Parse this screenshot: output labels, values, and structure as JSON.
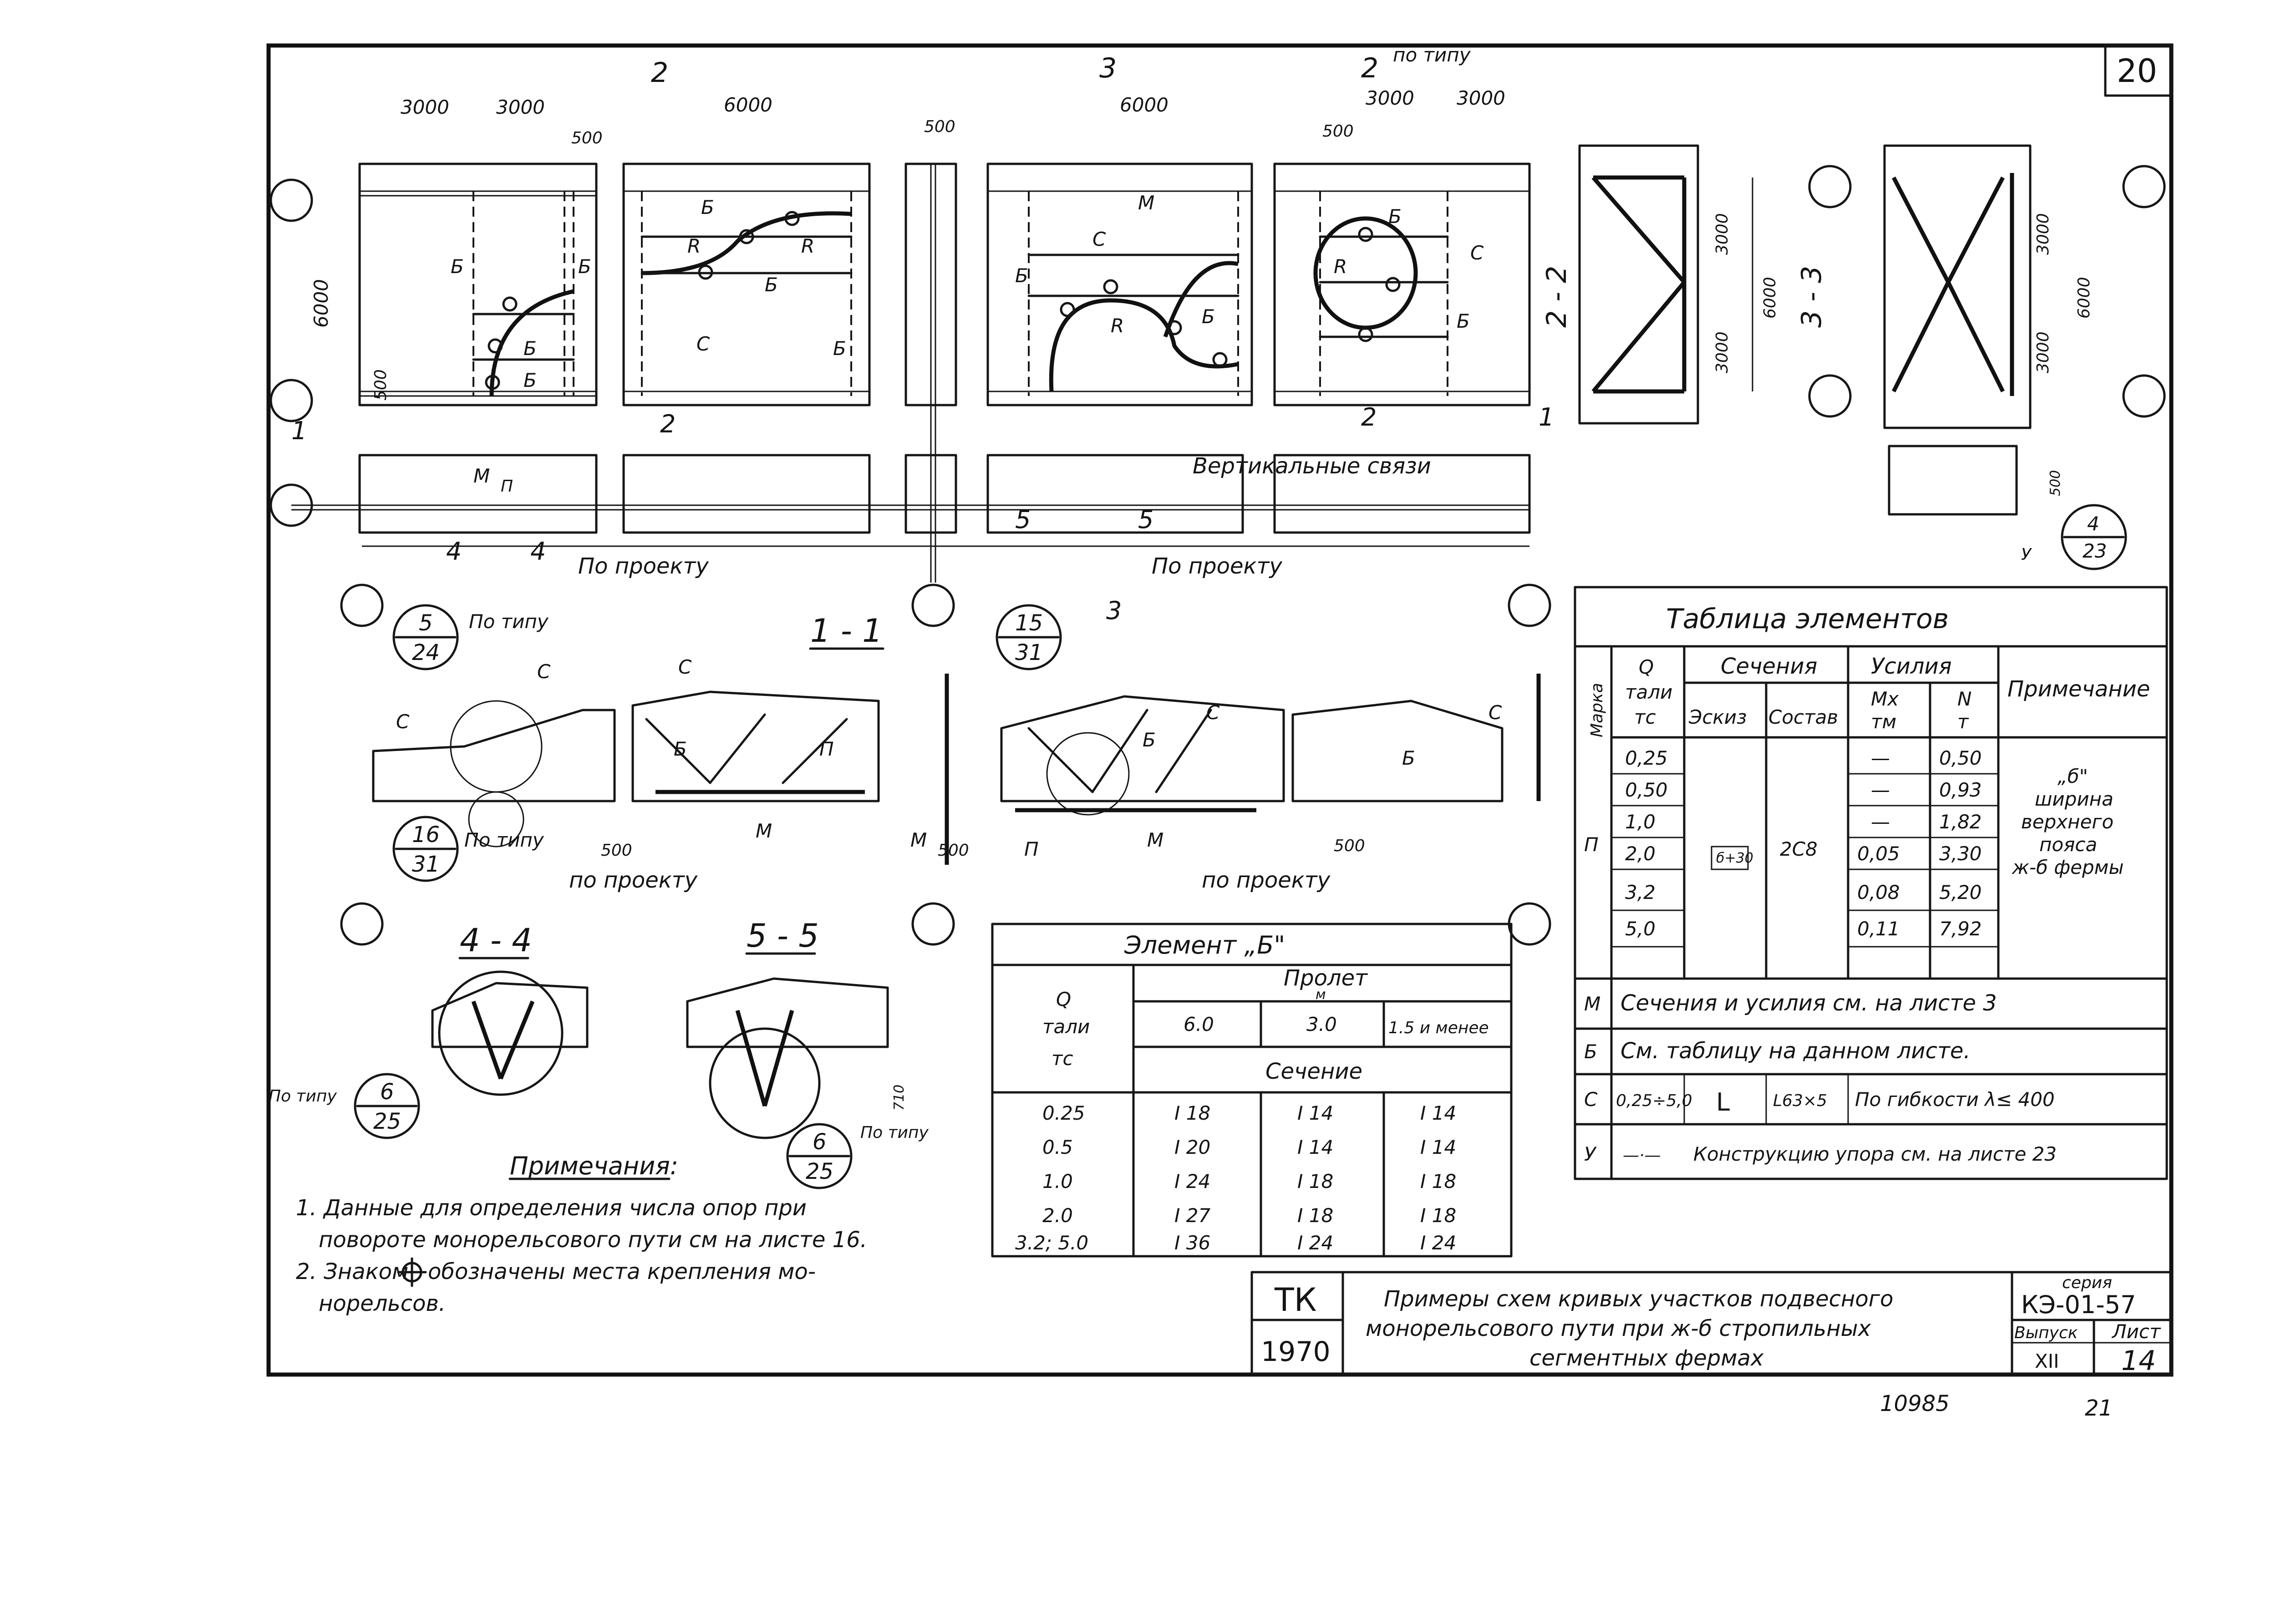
{
  "sheet": {
    "corner_number": "20",
    "footer_code": "10985",
    "footer_page": "21"
  },
  "plans": {
    "dims": {
      "d3000": "3000",
      "d6000": "6000",
      "d500": "500",
      "d710": "710"
    },
    "section_marks": {
      "s1": "1",
      "s2": "2",
      "s3": "3",
      "s4": "4",
      "s5": "5",
      "po_tipu_top": "по типу"
    },
    "labels": {
      "B": "Б",
      "C": "С",
      "M": "М",
      "P": "П",
      "R": "R",
      "Y": "У"
    },
    "vertical_links": "Вертикальные связи",
    "po_proektu": "По проекту",
    "section_22": "2 - 2",
    "section_33": "3 - 3"
  },
  "section_11": {
    "title": "1 - 1",
    "po_proektu": "по проекту",
    "po_tipu": "По типу",
    "ref_5_24": {
      "num": "5",
      "den": "24"
    },
    "ref_16_31": {
      "num": "16",
      "den": "31"
    },
    "ref_15_31": {
      "num": "15",
      "den": "31"
    },
    "ref_4_23": {
      "num": "4",
      "den": "23"
    }
  },
  "section_44": {
    "title": "4 - 4",
    "po_tipu": "По типу",
    "ref": {
      "num": "6",
      "den": "25"
    }
  },
  "section_55": {
    "title": "5 - 5",
    "po_tipu": "По типу",
    "ref": {
      "num": "6",
      "den": "25"
    }
  },
  "notes": {
    "heading": "Примечания:",
    "n1a": "1. Данные для определения числа опор при",
    "n1b": "повороте монорельсового пути см на листе 16.",
    "n2a": "2. Знаком",
    "n2b": "обозначены места крепления мо-",
    "n2c": "норельсов."
  },
  "element_b_table": {
    "title": "Элемент „Б\"",
    "col_q": "Q",
    "col_q2": "тали",
    "col_q3": "тс",
    "span_header": "Пролет",
    "span_unit": "м",
    "spans": [
      "6.0",
      "3.0",
      "1.5 и менее"
    ],
    "section_header": "Сечение",
    "rows": [
      {
        "q": "0.25",
        "v": [
          "I 18",
          "I 14",
          "I 14"
        ]
      },
      {
        "q": "0.5",
        "v": [
          "I 20",
          "I 14",
          "I 14"
        ]
      },
      {
        "q": "1.0",
        "v": [
          "I 24",
          "I 18",
          "I 18"
        ]
      },
      {
        "q": "2.0",
        "v": [
          "I 27",
          "I 18",
          "I 18"
        ]
      },
      {
        "q": "3.2; 5.0",
        "v": [
          "I 36",
          "I 24",
          "I 24"
        ]
      }
    ]
  },
  "elements_table": {
    "title": "Таблица элементов",
    "h_mark": "Марка",
    "h_q": "Q",
    "h_q2": "тали",
    "h_q3": "тс",
    "h_sections": "Сечения",
    "h_sketch": "Эскиз",
    "h_comp": "Состав",
    "h_forces": "Усилия",
    "h_mx": "Мх",
    "h_mx2": "тм",
    "h_n": "N",
    "h_n2": "т",
    "h_note": "Примечание",
    "p_mark": "П",
    "p_comp": "2С8",
    "p_sketch": "б+30",
    "p_rows": [
      {
        "q": "0,25",
        "mx": "—",
        "n": "0,50"
      },
      {
        "q": "0,50",
        "mx": "—",
        "n": "0,93"
      },
      {
        "q": "1,0",
        "mx": "—",
        "n": "1,82"
      },
      {
        "q": "2,0",
        "mx": "0,05",
        "n": "3,30"
      },
      {
        "q": "3,2",
        "mx": "0,08",
        "n": "5,20"
      },
      {
        "q": "5,0",
        "mx": "0,11",
        "n": "7,92"
      }
    ],
    "p_note_1": "„б\"",
    "p_note_2": "ширина",
    "p_note_3": "верхнего",
    "p_note_4": "пояса",
    "p_note_5": "ж-б фермы",
    "m_mark": "М",
    "m_text": "Сечения и усилия см. на листе 3",
    "b_mark": "Б",
    "b_text": "См. таблицу на данном листе.",
    "c_mark": "С",
    "c_q": "0,25÷5,0",
    "c_sketch": "L",
    "c_comp": "L63×5",
    "c_text": "По гибкости λ≤ 400",
    "y_mark": "У",
    "y_sketch": "—·—",
    "y_text": "Конструкцию упора см. на листе 23"
  },
  "title_block": {
    "org": "ТК",
    "year": "1970",
    "title_1": "Примеры схем кривых участков подвесного",
    "title_2": "монорельсового пути при ж-б стропильных",
    "title_3": "сегментных фермах",
    "series_label": "серия",
    "series_value": "КЭ-01-57",
    "issue_label": "Выпуск",
    "issue_value": "XII",
    "sheet_label": "Лист",
    "sheet_value": "14"
  }
}
